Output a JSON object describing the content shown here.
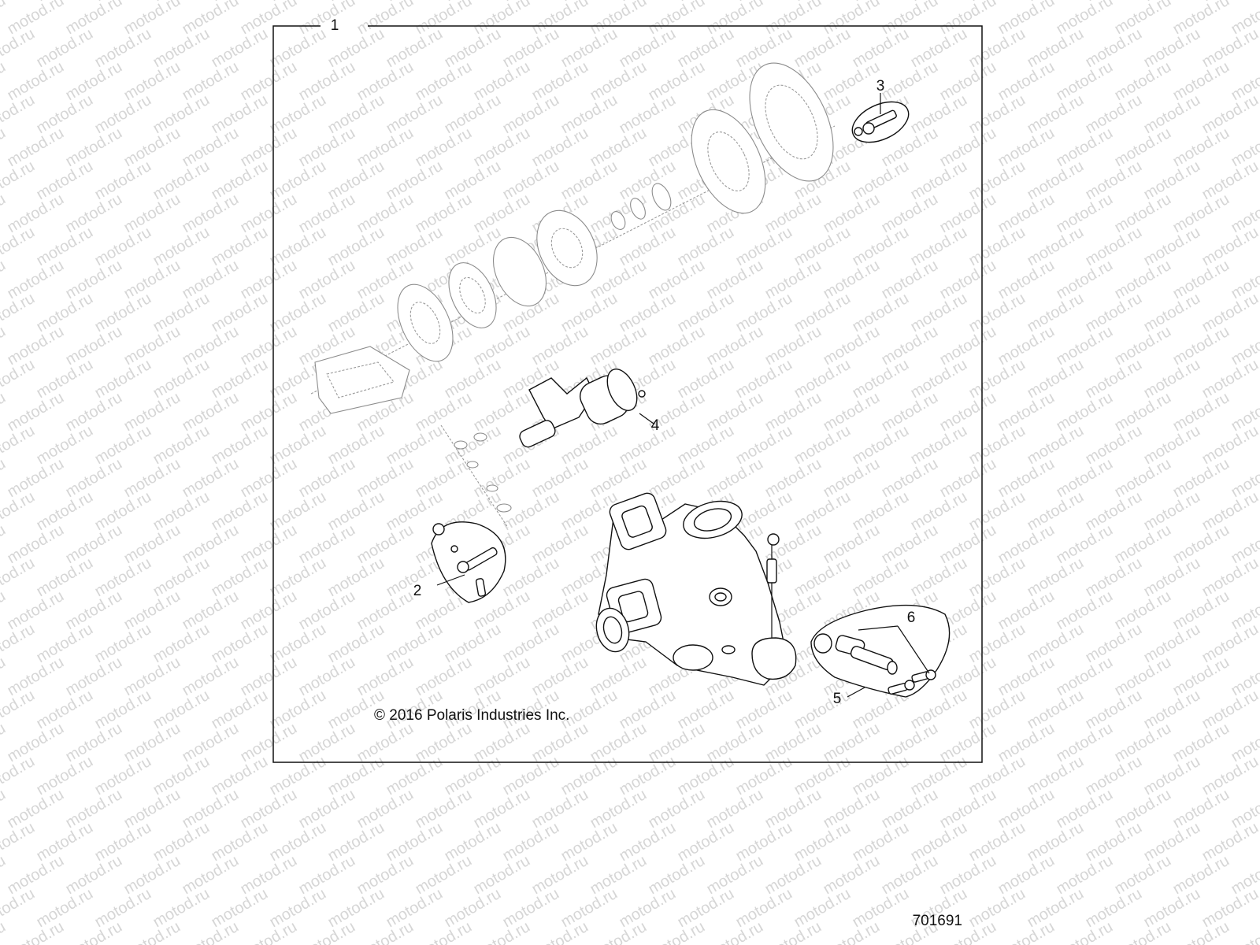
{
  "watermark": {
    "text": "motod.ru",
    "color": "#d6d6d6"
  },
  "frame": {
    "label": "1",
    "copyright": "© 2016 Polaris Industries Inc."
  },
  "callouts": [
    {
      "id": "c2",
      "label": "2"
    },
    {
      "id": "c3",
      "label": "3"
    },
    {
      "id": "c4",
      "label": "4"
    },
    {
      "id": "c5",
      "label": "5"
    },
    {
      "id": "c6",
      "label": "6"
    }
  ],
  "figure_id": "701691"
}
